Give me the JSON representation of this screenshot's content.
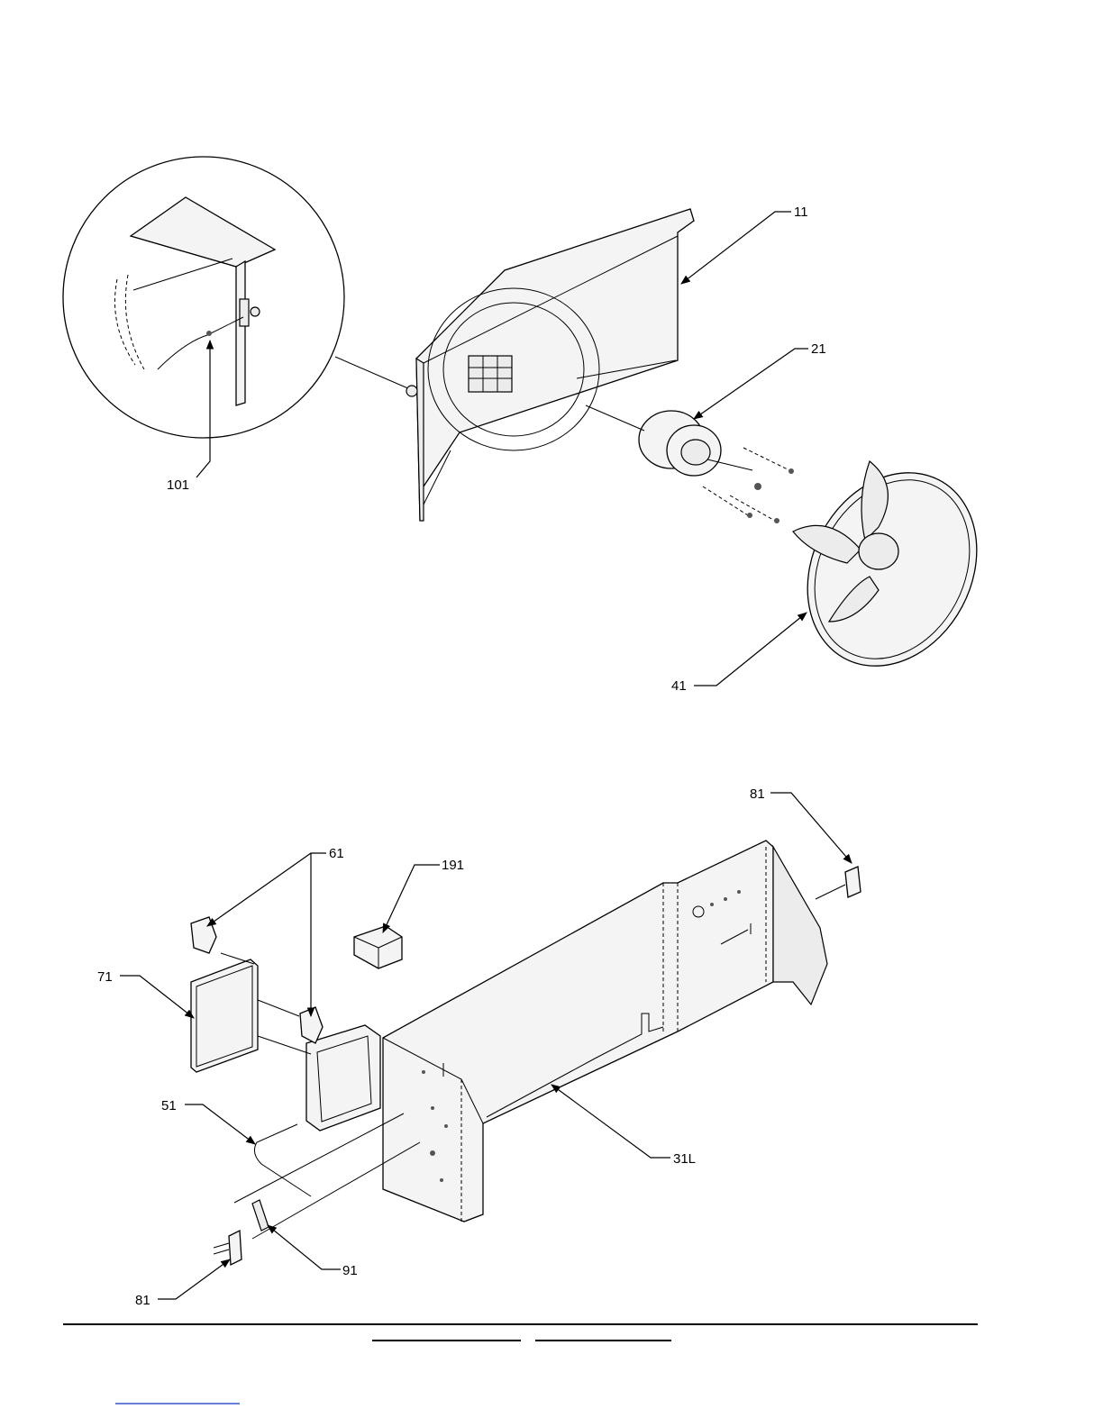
{
  "callouts": {
    "c11": "11",
    "c21": "21",
    "c41": "41",
    "c101": "101",
    "c81_top": "81",
    "c61": "61",
    "c191": "191",
    "c71": "71",
    "c51": "51",
    "c31L": "31L",
    "c91": "91",
    "c81_bottom": "81"
  },
  "colors": {
    "line": "#000000",
    "link_underline": "#3355cc"
  }
}
